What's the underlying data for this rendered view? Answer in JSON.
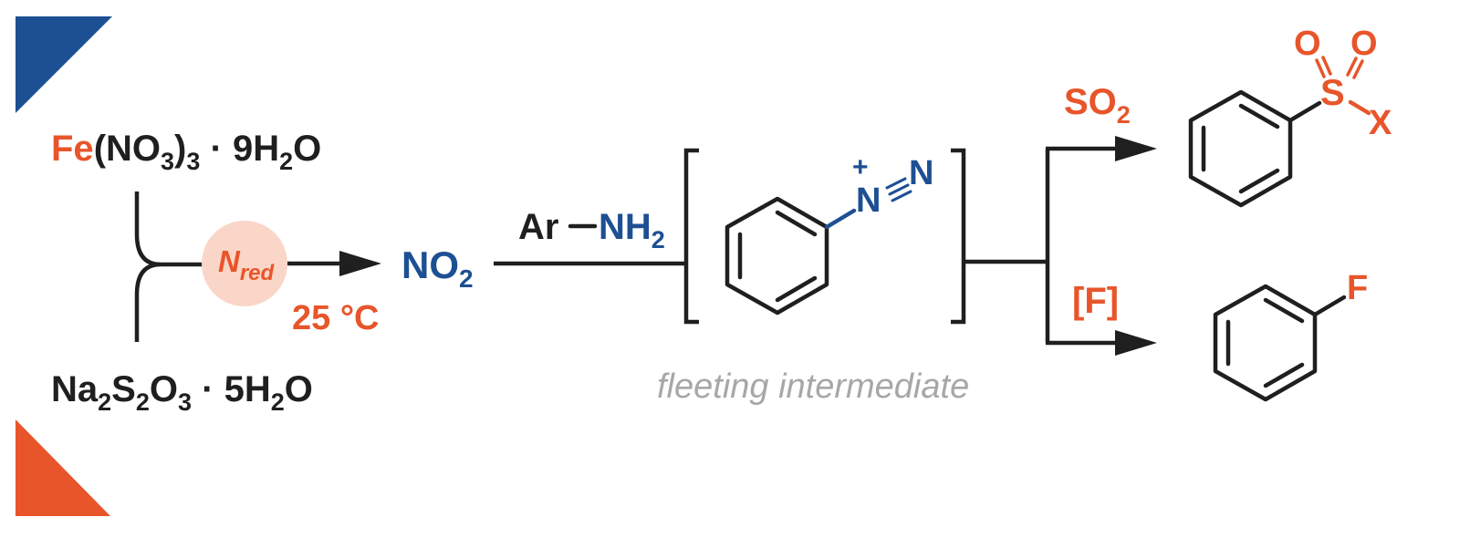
{
  "colors": {
    "accent_orange": "#e8552a",
    "accent_blue": "#1d4f93",
    "text": "#1f1f1f",
    "muted": "#a7a7a7"
  },
  "reagents": {
    "iron_metal": "Fe",
    "iron_rest": "(NO",
    "iron_sub3": "3",
    "iron_close": ")",
    "iron_sub3b": "3",
    "iron_hydrate": " · 9H",
    "iron_sub2": "2",
    "iron_o": "O",
    "thio_na": "Na",
    "thio_sub2a": "2",
    "thio_s": "S",
    "thio_sub2b": "2",
    "thio_o": "O",
    "thio_sub3": "3",
    "thio_hydrate": " · 5H",
    "thio_sub2c": "2",
    "thio_o2": "O"
  },
  "reductant": {
    "n": "N",
    "sub": "red"
  },
  "temperature": "25 °C",
  "nitrogen_dioxide": {
    "no": "NO",
    "sub": "2"
  },
  "amine": {
    "ar": "Ar",
    "nh": "NH",
    "sub": "2"
  },
  "diazonium": {
    "plus": "+",
    "n1": "N",
    "n2": "N",
    "caption": "fleeting intermediate"
  },
  "conditions": {
    "so2": "SO",
    "so2_sub": "2",
    "fluoride": "[F]"
  },
  "products": {
    "o1": "O",
    "o2": "O",
    "s": "S",
    "x": "X",
    "f": "F"
  }
}
